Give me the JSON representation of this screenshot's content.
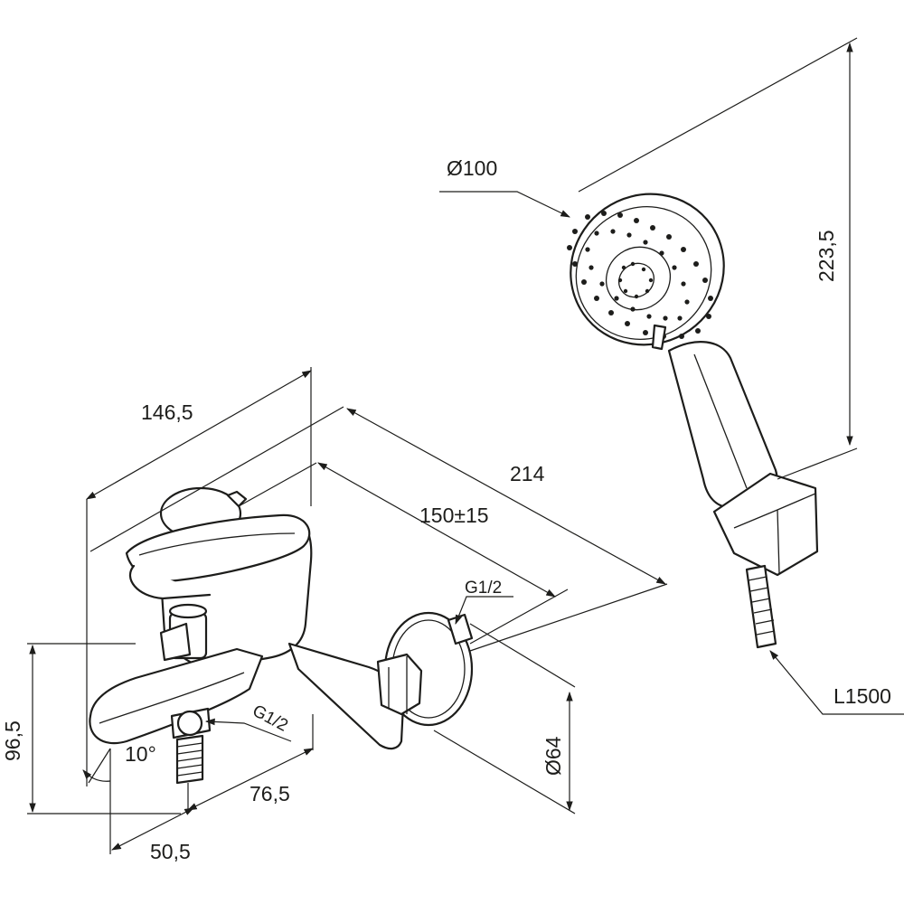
{
  "dimensions": {
    "body_width": "146,5",
    "total_length": "214",
    "wall_distance": "150±15",
    "thread_wall": "G1/2",
    "thread_outlet": "G1/2",
    "height": "96,5",
    "angle": "10°",
    "spout_offset": "76,5",
    "outlet_offset": "50,5",
    "flange_diameter": "Ø64",
    "head_diameter": "Ø100",
    "head_height": "223,5",
    "hose_length": "L1500"
  }
}
